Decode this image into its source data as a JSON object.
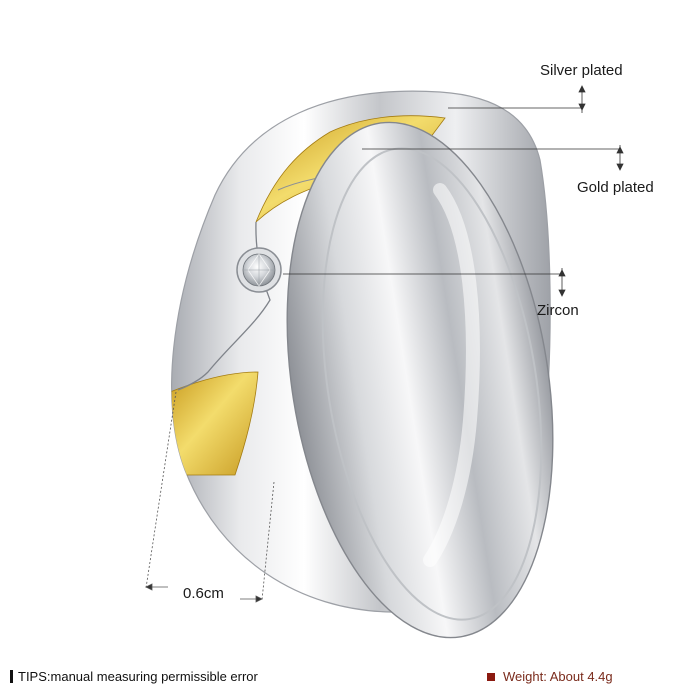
{
  "labels": {
    "silver": "Silver plated",
    "gold": "Gold plated",
    "zircon": "Zircon",
    "width": "0.6cm"
  },
  "footer": {
    "tips": "TIPS:manual measuring permissible error",
    "weight": "Weight: About 4.4g"
  },
  "colors": {
    "silver": "#c9cbcf",
    "gold": "#d9b640",
    "weight_text": "#7a2b1c",
    "weight_marker": "#8b1a10"
  },
  "icons": {
    "gem": "zircon-gem-icon",
    "tip_marker": "bar-marker-icon",
    "weight_marker": "square-marker-icon"
  }
}
